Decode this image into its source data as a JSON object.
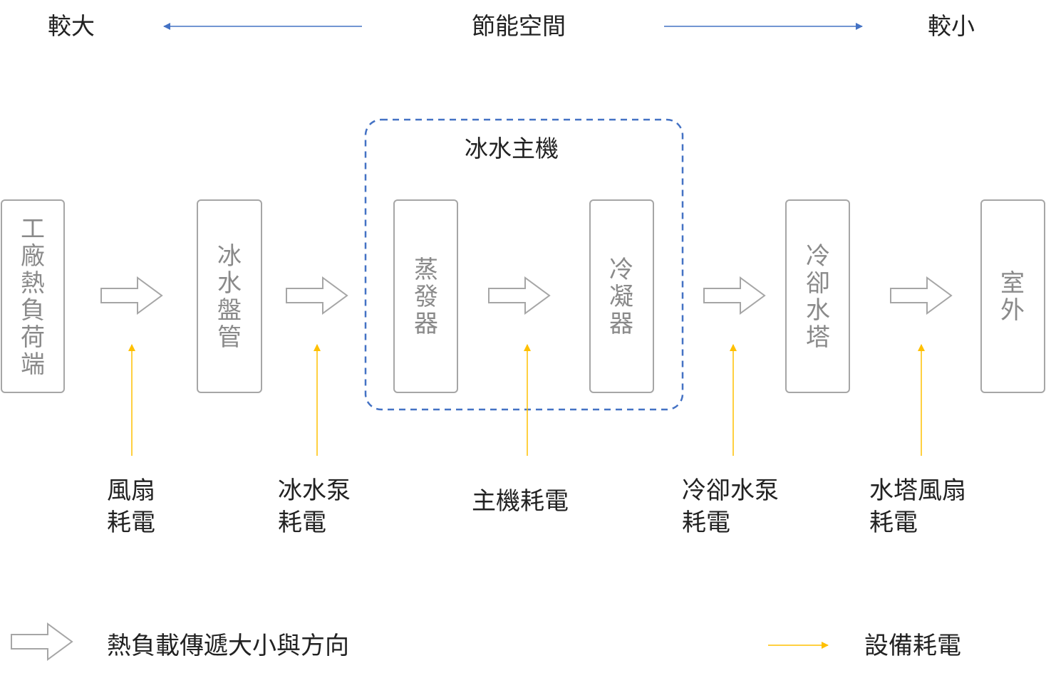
{
  "header": {
    "left_label": "較大",
    "center_label": "節能空間",
    "right_label": "較小",
    "arrow_color": "#4472c4"
  },
  "chiller_group": {
    "label": "冰水主機",
    "border_color": "#4472c4"
  },
  "stages": [
    {
      "id": "factory-load",
      "label": "工廠熱負荷端"
    },
    {
      "id": "chilled-water-coil",
      "label": "冰水盤管"
    },
    {
      "id": "evaporator",
      "label": "蒸發器"
    },
    {
      "id": "condenser",
      "label": "冷凝器"
    },
    {
      "id": "cooling-tower",
      "label": "冷卻水塔"
    },
    {
      "id": "outdoor",
      "label": "室外"
    }
  ],
  "consumers": [
    {
      "id": "fan",
      "lines": [
        "風扇",
        "耗電"
      ]
    },
    {
      "id": "chilled-water-pump",
      "lines": [
        "冰水泵",
        "耗電"
      ]
    },
    {
      "id": "chiller",
      "lines": [
        "主機耗電"
      ]
    },
    {
      "id": "cooling-water-pump",
      "lines": [
        "冷卻水泵",
        "耗電"
      ]
    },
    {
      "id": "tower-fan",
      "lines": [
        "水塔風扇",
        "耗電"
      ]
    }
  ],
  "legend": {
    "heat_flow_label": "熱負載傳遞大小與方向",
    "power_label": "設備耗電"
  },
  "colors": {
    "box_border": "#a6a6a6",
    "box_text": "#8a8a8a",
    "flow_arrow": "#a6a6a6",
    "power_arrow": "#ffc000",
    "text": "#222222"
  }
}
